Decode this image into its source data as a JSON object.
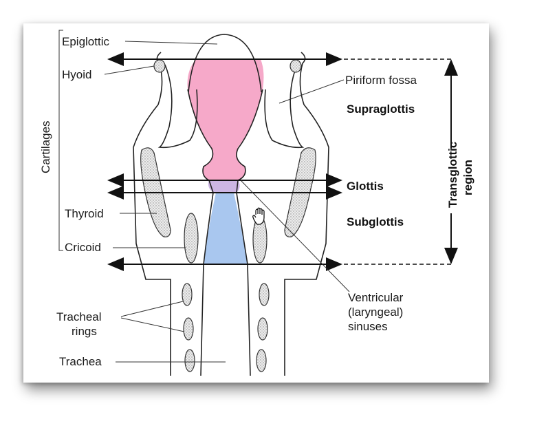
{
  "labels": {
    "epiglottic": "Epiglottic",
    "hyoid": "Hyoid",
    "cartilages": "Cartilages",
    "thyroid": "Thyroid",
    "cricoid": "Cricoid",
    "tracheal_rings_1": "Tracheal",
    "tracheal_rings_2": "rings",
    "trachea": "Trachea",
    "piriform_fossa": "Piriform fossa",
    "supraglottis": "Supraglottis",
    "glottis": "Glottis",
    "subglottis": "Subglottis",
    "transglottic_1": "Transglottic",
    "transglottic_2": "region",
    "ventricular_1": "Ventricular",
    "ventricular_2": "(laryngeal)",
    "ventricular_3": "sinuses"
  },
  "colors": {
    "supraglottis_fill": "#f6a9c9",
    "glottis_fill": "#cdb6e3",
    "subglottis_fill": "#a9c7ef",
    "stipple": "#9a9a9a"
  },
  "cursor_icon": "hand-cursor-icon"
}
